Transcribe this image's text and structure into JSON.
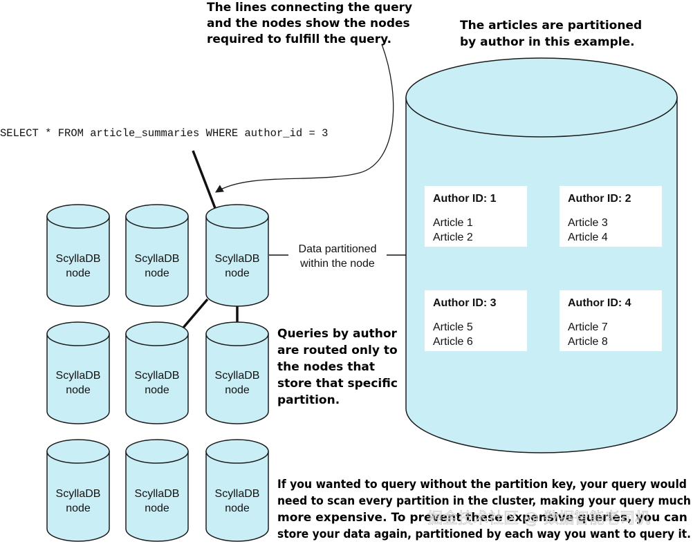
{
  "query": "SELECT * FROM article_summaries WHERE author_id = 3",
  "callouts": {
    "lines": [
      "The lines connecting the query",
      "and the nodes show the nodes",
      "required to fulfill the query."
    ],
    "partitioned": [
      "The articles are partitioned",
      "by author in this example."
    ],
    "routed": [
      "Queries by author",
      "are routed only to",
      "the nodes that",
      "store that specific",
      "partition."
    ],
    "without_key": [
      "If you wanted to query without the partition key, your query would",
      "need to scan every partition in the cluster, making your query much",
      "more expensive. To prevent these expensive queries, you can",
      "store your data again, partitioned by each way you want to query it."
    ]
  },
  "node_label": [
    "ScyllaDB",
    "node"
  ],
  "data_partitioned_label": [
    "Data partitioned",
    "within the node"
  ],
  "partitions": [
    {
      "title": "Author ID: 1",
      "items": [
        "Article 1",
        "Article 2"
      ]
    },
    {
      "title": "Author ID: 2",
      "items": [
        "Article 3",
        "Article 4"
      ]
    },
    {
      "title": "Author ID: 3",
      "items": [
        "Article 5",
        "Article 6"
      ]
    },
    {
      "title": "Author ID: 4",
      "items": [
        "Article 7",
        "Article 8"
      ]
    }
  ],
  "watermark": "掘金技术社区 @ 数据智能老司机",
  "colors": {
    "cylinder_fill": "#c9eef6",
    "stroke": "#1a1a1a",
    "box_fill": "#ffffff"
  }
}
